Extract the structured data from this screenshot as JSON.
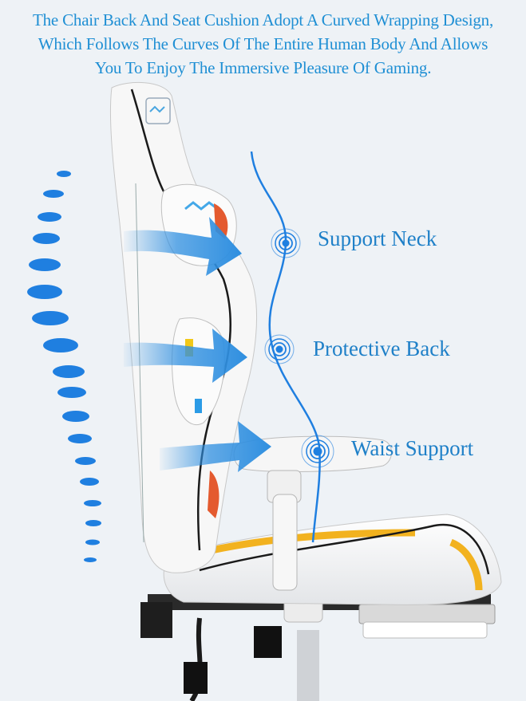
{
  "headline": {
    "line1": "The Chair Back And Seat Cushion Adopt A Curved Wrapping Design,",
    "line2": "Which Follows The Curves Of The Entire Human Body And Allows",
    "line3": "You To Enjoy The Immersive Pleasure Of Gaming."
  },
  "callouts": {
    "neck": "Support Neck",
    "back": "Protective Back",
    "waist": "Waist Support"
  },
  "colors": {
    "accent": "#1f8fd4",
    "arrow": "#2f8fe0",
    "chair": "#f7f7f7",
    "trim_yellow": "#f2b21f"
  }
}
